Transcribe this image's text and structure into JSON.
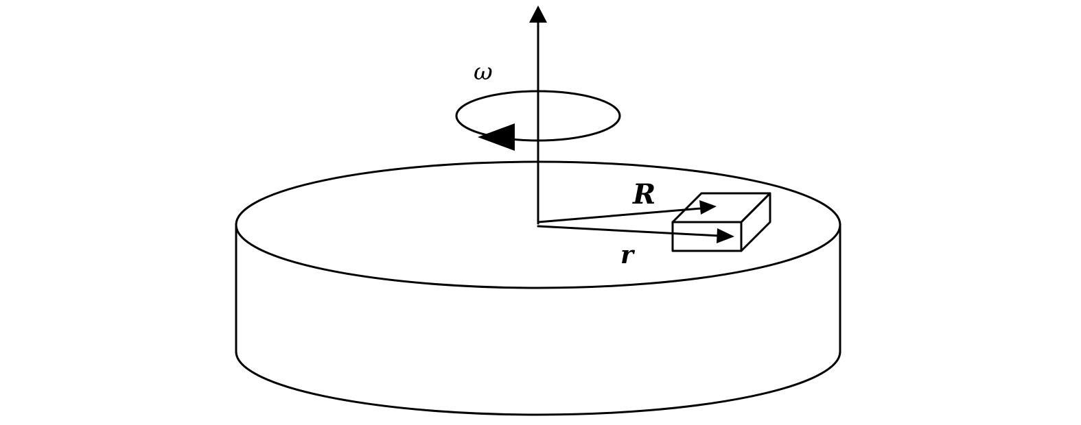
{
  "labels": {
    "omega": "ω",
    "big_r": "R",
    "small_r": "r"
  },
  "colors": {
    "stroke": "#000000",
    "background": "#ffffff",
    "fill": "#ffffff"
  }
}
